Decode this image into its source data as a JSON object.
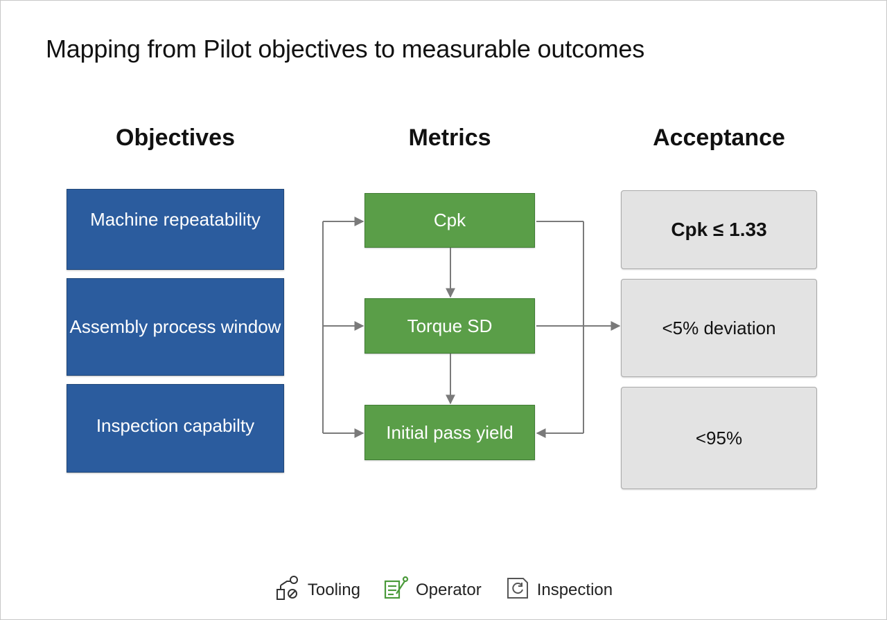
{
  "title": "Mapping from Pilot objectives to measurable outcomes",
  "columns": {
    "objectives": "Objectives",
    "metrics": "Metrics",
    "acceptance": "Acceptance"
  },
  "objectives": [
    "Machine repeatability",
    "Assembly process window",
    "Inspection capabilty"
  ],
  "metrics": [
    "Cpk",
    "Torque SD",
    "Initial pass yield"
  ],
  "acceptance": [
    "Cpk ≤ 1.33",
    "<5% deviation",
    "<95%"
  ],
  "legend": [
    {
      "label": "Tooling",
      "icon": "tooling-icon"
    },
    {
      "label": "Operator",
      "icon": "operator-icon"
    },
    {
      "label": "Inspection",
      "icon": "inspection-icon"
    }
  ],
  "colors": {
    "objective": "#2b5c9e",
    "metric": "#5a9e48",
    "acceptance": "#e3e3e3",
    "arrow": "#7a7a7a"
  }
}
